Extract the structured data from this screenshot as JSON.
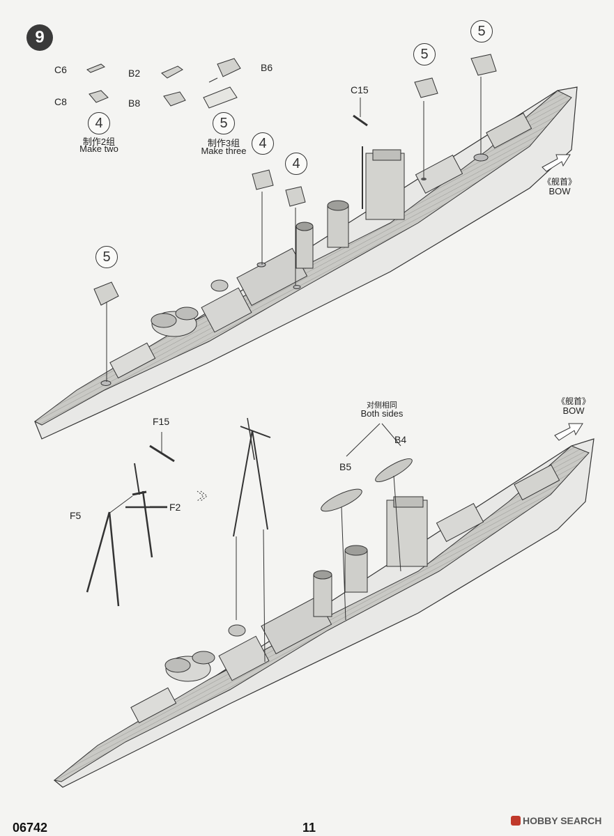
{
  "step": {
    "number": "9"
  },
  "parts": {
    "c6": "C6",
    "c8": "C8",
    "b2": "B2",
    "b8": "B8",
    "b6": "B6",
    "c15": "C15",
    "f15": "F15",
    "f2": "F2",
    "f5": "F5",
    "b4": "B4",
    "b5": "B5"
  },
  "quantities": {
    "make_two_count": "4",
    "make_two_cn": "制作2组",
    "make_two_en": "Make two",
    "make_three_count": "5",
    "make_three_cn": "制作3组",
    "make_three_en": "Make three"
  },
  "callouts": {
    "top_right_1": "5",
    "top_right_2": "5",
    "mid_1": "4",
    "mid_2": "4",
    "left": "5"
  },
  "bow": {
    "cn_top": "《舰首》",
    "en_top": "BOW",
    "cn_bottom": "《舰首》",
    "en_bottom": "BOW"
  },
  "both_sides": {
    "cn": "对侧相同",
    "en": "Both sides"
  },
  "footer": {
    "code": "06742",
    "page": "11",
    "watermark": "HOBBY SEARCH"
  }
}
